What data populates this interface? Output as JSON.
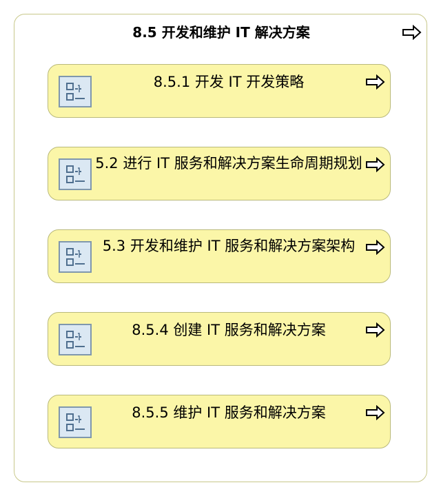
{
  "group": {
    "title": "8.5 开发和维护 IT 解决方案",
    "icon": "arrow-right-outline-icon"
  },
  "nodes": [
    {
      "label": "8.5.1 开发 IT 开发策略",
      "icon": "process-list-icon",
      "arrow_icon": "arrow-right-outline-icon"
    },
    {
      "label": "5.2 进行 IT 服务和解决方案生命周期规划",
      "icon": "process-list-icon",
      "arrow_icon": "arrow-right-outline-icon"
    },
    {
      "label": "5.3 开发和维护 IT 服务和解决方案架构",
      "icon": "process-list-icon",
      "arrow_icon": "arrow-right-outline-icon"
    },
    {
      "label": "8.5.4 创建 IT 服务和解决方案",
      "icon": "process-list-icon",
      "arrow_icon": "arrow-right-outline-icon"
    },
    {
      "label": "8.5.5 维护 IT 服务和解决方案",
      "icon": "process-list-icon",
      "arrow_icon": "arrow-right-outline-icon"
    }
  ],
  "colors": {
    "node_fill": "#fbf6a8",
    "node_border": "#b9b97a",
    "group_border": "#c8c88a",
    "icon_fill": "#dbe8f3",
    "icon_stroke": "#4f6f8f"
  }
}
